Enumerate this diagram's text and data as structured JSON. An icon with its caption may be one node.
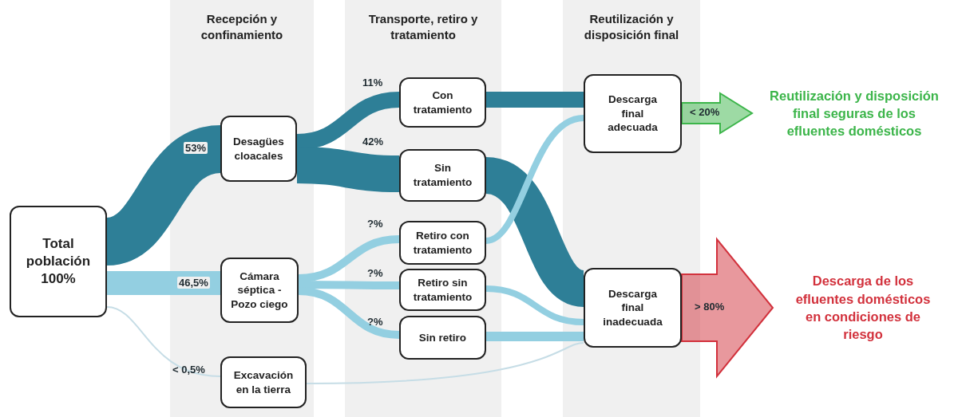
{
  "diagram": {
    "nodes": [
      {
        "text": [
          "Total población 100%"
        ]
      },
      {
        "text": [
          "Recepción y confinamiento"
        ]
      },
      {
        "text": [
          "Desagües cloacales"
        ],
        "in": 1
      },
      {
        "text": [
          "Cámara séptica - Pozo ciego"
        ],
        "in": 1
      },
      {
        "text": [
          "Excavación en la tierra"
        ],
        "in": 1
      },
      {
        "text": [
          "Transporte, retiro y tratamiento"
        ]
      },
      {
        "text": [
          "Con tratamiento"
        ],
        "in": 5
      },
      {
        "text": [
          "Sin tratamiento"
        ],
        "in": 5
      },
      {
        "text": [
          "Retiro con tratamiento"
        ],
        "in": 5
      },
      {
        "text": [
          "Retiro sin tratamiento"
        ],
        "in": 5
      },
      {
        "text": [
          "Sin retiro"
        ],
        "in": 5
      },
      {
        "text": [
          "Reutilización y disposición final"
        ]
      },
      {
        "text": [
          "Descarga final adecuada"
        ],
        "in": 11
      },
      {
        "text": [
          "Descarga final inadecuada"
        ],
        "in": 11
      },
      {
        "text": [
          "Reutilización y disposición final seguras de los efluentes domésticos"
        ]
      },
      {
        "text": [
          "Descarga de los efluentes domésticos en condiciones de riesgo"
        ]
      }
    ],
    "edges": [
      {
        "from": 0,
        "to": 2,
        "arrow": "none",
        "label": "53%",
        "style": "thick",
        "color": "#2e7f97"
      },
      {
        "from": 0,
        "to": 3,
        "arrow": "none",
        "label": "46,5%",
        "style": "thick"
      },
      {
        "from": 0,
        "to": 4,
        "arrow": "none",
        "label": "< 0,5%",
        "color": "#c6dde6"
      },
      {
        "from": 2,
        "to": 6,
        "arrow": "none",
        "label": "11%",
        "style": "thick",
        "color": "#2e7f97"
      },
      {
        "from": 2,
        "to": 7,
        "arrow": "none",
        "label": "42%",
        "style": "thick",
        "color": "#2e7f97"
      },
      {
        "from": 3,
        "to": 8,
        "arrow": "none",
        "label": "?%"
      },
      {
        "from": 3,
        "to": 9,
        "arrow": "none",
        "label": "?%"
      },
      {
        "from": 3,
        "to": 10,
        "arrow": "none",
        "label": "?%"
      },
      {
        "from": 6,
        "to": 12,
        "arrow": "none",
        "style": "thick",
        "color": "#2e7f97"
      },
      {
        "from": 7,
        "to": 13,
        "arrow": "none",
        "style": "thick",
        "color": "#2e7f97"
      },
      {
        "from": 8,
        "to": 12,
        "arrow": "none"
      },
      {
        "from": 9,
        "to": 13,
        "arrow": "none"
      },
      {
        "from": 10,
        "to": 13,
        "arrow": "none"
      },
      {
        "from": 4,
        "to": 13,
        "arrow": "none",
        "color": "#c6dde6"
      },
      {
        "from": 12,
        "to": 14,
        "arrow": "to",
        "label": "< 20%",
        "style": "thick",
        "color": "#3cb54a"
      },
      {
        "from": 13,
        "to": 15,
        "arrow": "to",
        "label": "> 80%",
        "style": "thick",
        "color": "#d2313c"
      }
    ]
  }
}
